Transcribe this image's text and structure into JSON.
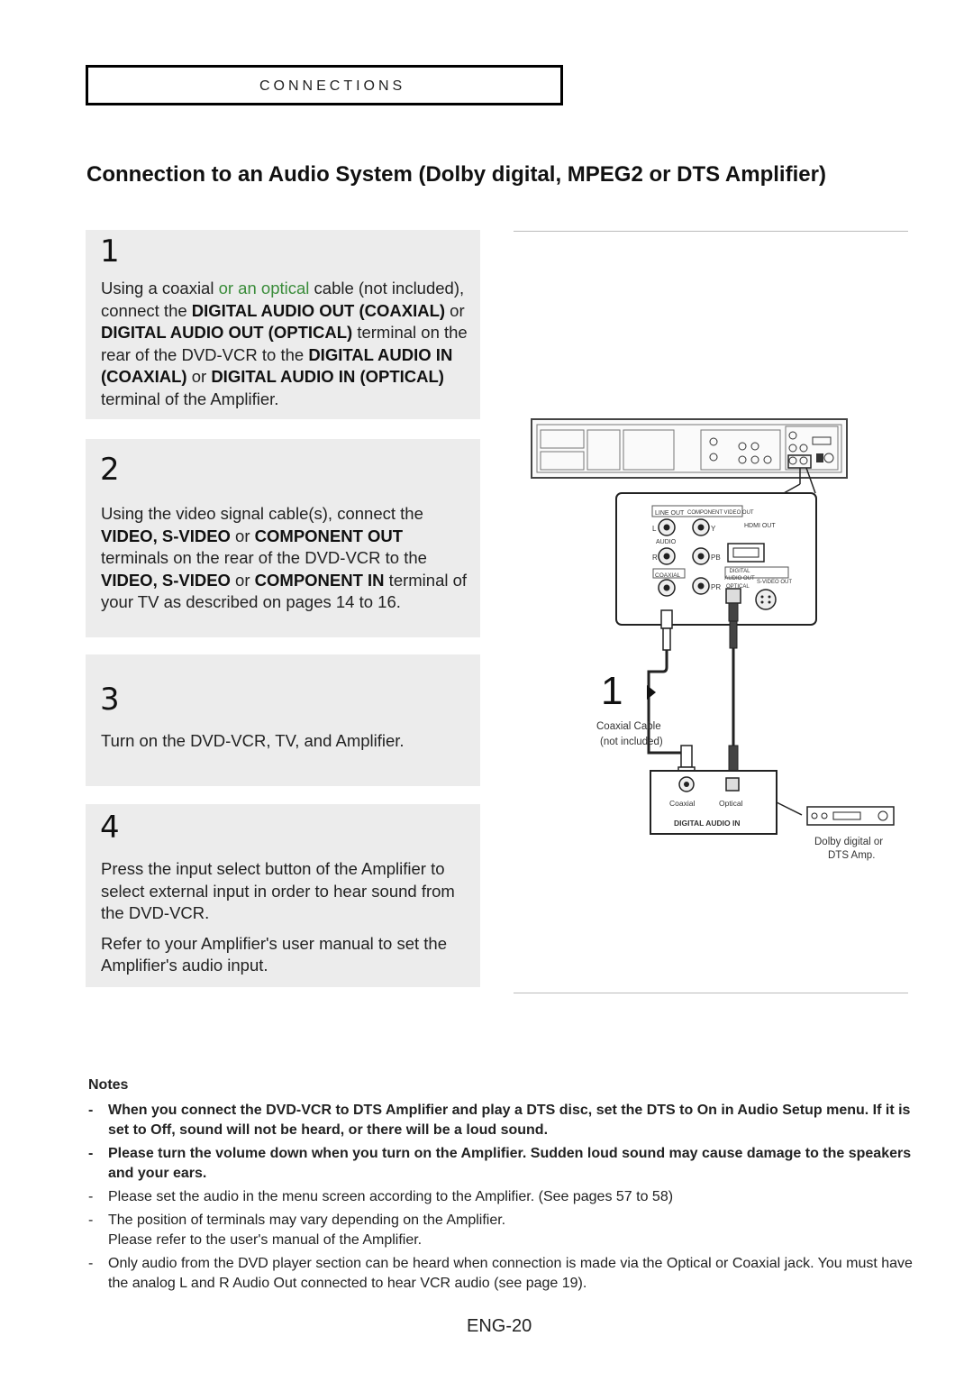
{
  "section": {
    "label": "CONNECTIONS"
  },
  "title": "Connection to an Audio System (Dolby digital, MPEG2 or DTS Amplifier)",
  "steps": [
    {
      "number": "1",
      "t1": "Using a coaxial ",
      "t2": "or an optical",
      "t3": " cable (not included), connect the ",
      "b1": "DIGITAL AUDIO OUT (COAXIAL)",
      "t4": " or ",
      "b2": "DIGITAL AUDIO OUT (OPTICAL)",
      "t5": " terminal on the rear of the DVD-VCR to the ",
      "b3": "DIGITAL AUDIO IN (COAXIAL)",
      "t6": " or ",
      "b4": "DIGITAL AUDIO IN (OPTICAL)",
      "t7": " terminal of the Amplifier."
    },
    {
      "number": "2",
      "t1": "Using the video signal cable(s), connect the ",
      "b1": "VIDEO, S-VIDEO",
      "t2": " or ",
      "b2": "COMPONENT OUT",
      "t3": " terminals on the rear of the DVD-VCR to the ",
      "b3": "VIDEO, S-VIDEO",
      "t4": " or ",
      "b4": "COMPONENT IN",
      "t5": " terminal of your TV as described on pages 14 to 16."
    },
    {
      "number": "3",
      "t1": "Turn on the DVD-VCR, TV, and Amplifier."
    },
    {
      "number": "4",
      "p1": "Press the input select button of the Amplifier to select external input in order to hear sound from the DVD-VCR.",
      "p2": "Refer to your Amplifier's user manual to set the Amplifier's audio input."
    }
  ],
  "diagram": {
    "line_out": "LINE OUT",
    "component_video_out": "COMPONENT VIDEO OUT",
    "hdmi_out": "HDMI OUT",
    "l": "L",
    "r": "R",
    "audio": "AUDIO",
    "y": "Y",
    "pb": "PB",
    "pr": "PR",
    "coaxial_port": "COAXIAL",
    "digital_audio_out": "DIGITAL AUDIO OUT",
    "optical_port": "OPTICAL",
    "s_video_out": "S-VIDEO OUT",
    "step_marker": "1",
    "coaxial_cable": "Coaxial Cable",
    "not_included": "(not included)",
    "coaxial_in": "Coaxial",
    "optical_in": "Optical",
    "digital_audio_in": "DIGITAL AUDIO IN",
    "amp_label_1": "Dolby digital or",
    "amp_label_2": "DTS Amp."
  },
  "notes": {
    "header": "Notes",
    "items": [
      {
        "text": "When you connect the DVD-VCR to DTS Amplifier and play a DTS disc, set the DTS to On in Audio Setup menu. If it is set to Off, sound will not be heard, or there will be a loud sound.",
        "bold": true
      },
      {
        "text": "Please turn the volume down when you turn on the Amplifier. Sudden loud sound may cause damage to the speakers and your ears.",
        "bold": true
      },
      {
        "text": "Please set the audio in the menu screen according to the Amplifier. (See pages 57 to 58)",
        "bold": false
      },
      {
        "text": "The position of terminals may vary depending on the Amplifier.",
        "text2": "Please refer to the user's manual of the Amplifier.",
        "bold": false
      },
      {
        "text": "Only audio from the DVD player section can be heard when connection is made via the Optical or Coaxial jack. You must have the analog L and R Audio Out connected to hear VCR audio (see page 19).",
        "bold": false
      }
    ]
  },
  "page_number": "ENG-20"
}
